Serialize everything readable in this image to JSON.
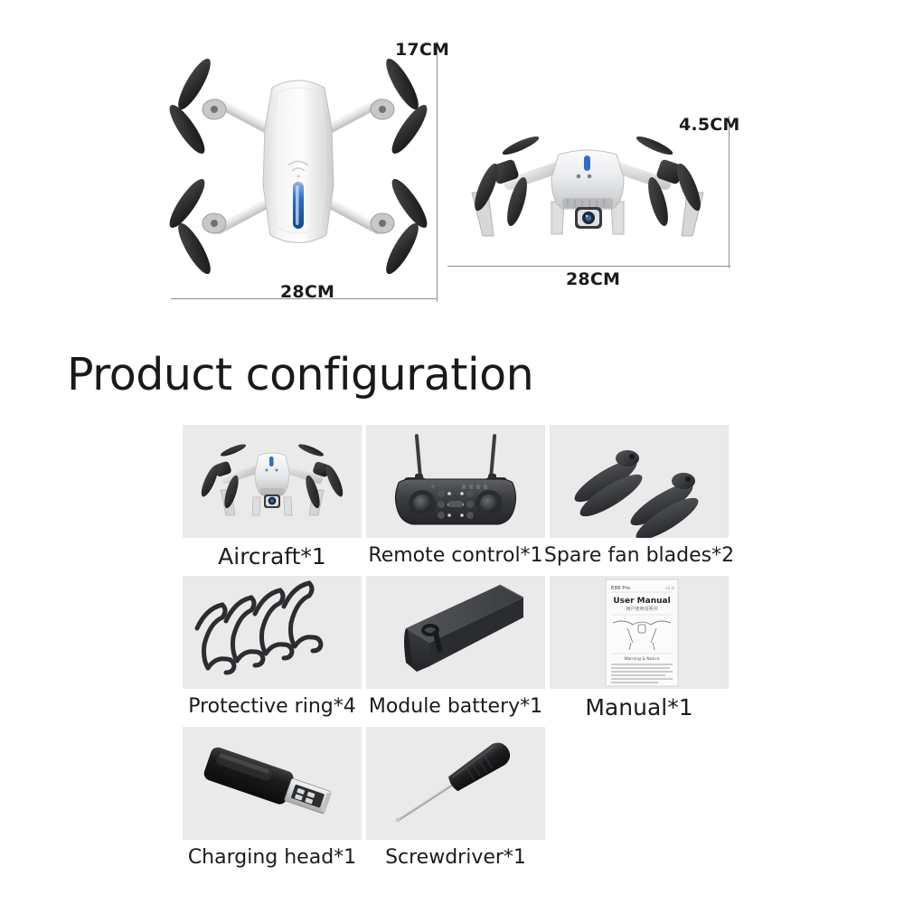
{
  "dimensions": {
    "top_view": {
      "name": "drone-unfolded-top-view",
      "width_label": "28CM",
      "height_label": "17CM"
    },
    "side_view": {
      "name": "drone-folded-front-view",
      "width_label": "28CM",
      "height_label": "4.5CM"
    },
    "line_color": "#8d8f92"
  },
  "title": "Product configuration",
  "config": {
    "thumb_bg": "#eaeaea",
    "rows": [
      [
        {
          "icon": "drone-icon",
          "label": "Aircraft*1",
          "size": "lg"
        },
        {
          "icon": "remote-control-icon",
          "label": "Remote control*1",
          "size": "md"
        },
        {
          "icon": "propeller-blades-icon",
          "label": "Spare fan blades*2",
          "size": "md"
        }
      ],
      [
        {
          "icon": "protective-ring-icon",
          "label": "Protective ring*4",
          "size": "md"
        },
        {
          "icon": "battery-icon",
          "label": "Module battery*1",
          "size": "md"
        },
        {
          "icon": "manual-icon",
          "label": "Manual*1",
          "size": "lg"
        }
      ],
      [
        {
          "icon": "usb-charging-head-icon",
          "label": "Charging head*1",
          "size": "md"
        },
        {
          "icon": "screwdriver-icon",
          "label": "Screwdriver*1",
          "size": "md"
        }
      ]
    ]
  },
  "manual_sheet": {
    "heading": "User Manual",
    "brand": "E88 Pro"
  }
}
